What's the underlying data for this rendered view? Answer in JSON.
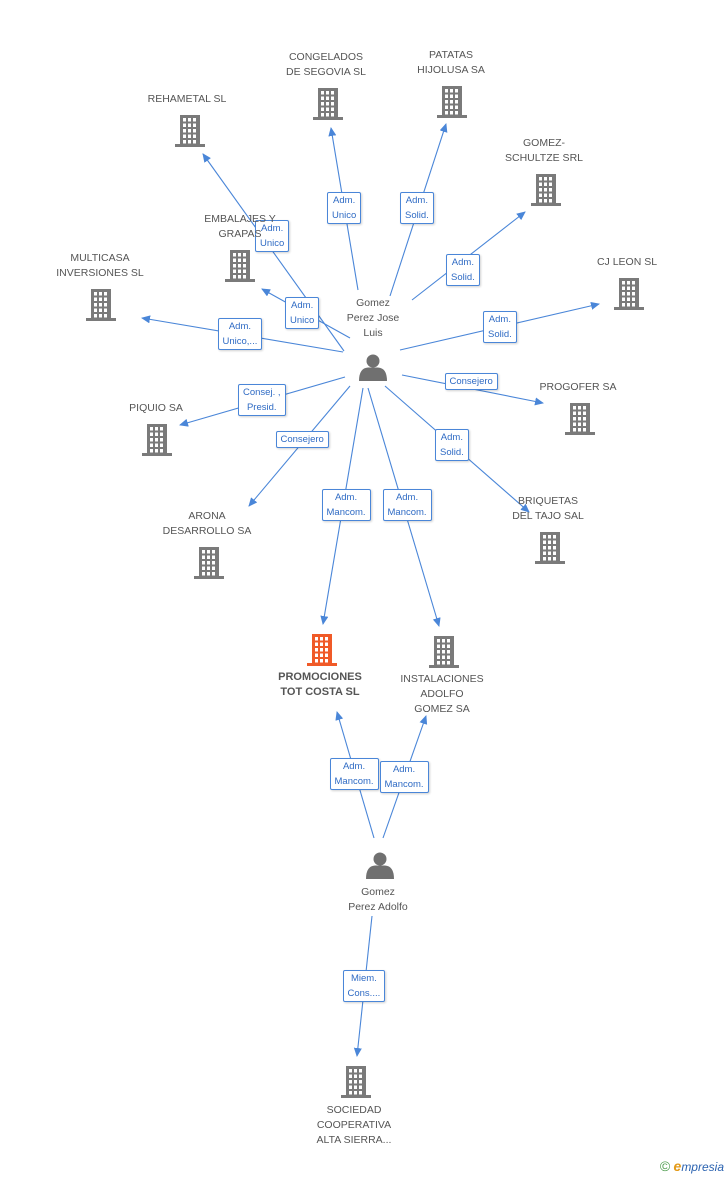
{
  "colors": {
    "edge": "#4a86d8",
    "building": "#7a7a7a",
    "main_building": "#f05a28",
    "person": "#707070"
  },
  "nodes": [
    {
      "id": "rehametal",
      "label": "REHAMETAL SL",
      "type": "company"
    },
    {
      "id": "congelados",
      "label": "CONGELADOS\nDE SEGOVIA SL",
      "type": "company"
    },
    {
      "id": "patatas",
      "label": "PATATAS\nHIJOLUSA SA",
      "type": "company"
    },
    {
      "id": "gomezschultze",
      "label": "GOMEZ-\nSCHULTZE SRL",
      "type": "company"
    },
    {
      "id": "embala",
      "label": "EMBALAJES Y\nGRAPAS",
      "type": "company"
    },
    {
      "id": "multicasa",
      "label": "MULTICASA\nINVERSIONES SL",
      "type": "company"
    },
    {
      "id": "cjleon",
      "label": "CJ LEON  SL",
      "type": "company"
    },
    {
      "id": "piquio",
      "label": "PIQUIO SA",
      "type": "company"
    },
    {
      "id": "progofer",
      "label": "PROGOFER SA",
      "type": "company"
    },
    {
      "id": "arona",
      "label": "ARONA\nDESARROLLO SA",
      "type": "company"
    },
    {
      "id": "briquetas",
      "label": "BRIQUETAS\nDEL TAJO SAL",
      "type": "company"
    },
    {
      "id": "promociones",
      "label": "PROMOCIONES\nTOT COSTA SL",
      "type": "main"
    },
    {
      "id": "instalaciones",
      "label": "INSTALACIONES\nADOLFO\nGOMEZ SA",
      "type": "company"
    },
    {
      "id": "sociedad",
      "label": "SOCIEDAD\nCOOPERATIVA\nALTA SIERRA...",
      "type": "company"
    },
    {
      "id": "gomezjose",
      "label": "Gomez\nPerez Jose\nLuis",
      "type": "person"
    },
    {
      "id": "gomezadolfo",
      "label": "Gomez\nPerez Adolfo",
      "type": "person"
    }
  ],
  "edges": [
    {
      "from": "gomezjose",
      "to": "rehametal",
      "label": "Adm.\nUnico"
    },
    {
      "from": "gomezjose",
      "to": "congelados",
      "label": "Adm.\nUnico"
    },
    {
      "from": "gomezjose",
      "to": "patatas",
      "label": "Adm.\nSolid."
    },
    {
      "from": "gomezjose",
      "to": "gomezschultze",
      "label": "Adm.\nSolid."
    },
    {
      "from": "gomezjose",
      "to": "embala",
      "label": "Adm.\nUnico"
    },
    {
      "from": "gomezjose",
      "to": "multicasa",
      "label": "Adm.\nUnico,..."
    },
    {
      "from": "gomezjose",
      "to": "cjleon",
      "label": "Adm.\nSolid."
    },
    {
      "from": "gomezjose",
      "to": "piquio",
      "label": "Consej. ,\nPresid."
    },
    {
      "from": "gomezjose",
      "to": "progofer",
      "label": "Consejero"
    },
    {
      "from": "gomezjose",
      "to": "arona",
      "label": "Consejero"
    },
    {
      "from": "gomezjose",
      "to": "briquetas",
      "label": "Adm.\nSolid."
    },
    {
      "from": "gomezjose",
      "to": "promociones",
      "label": "Adm.\nMancom."
    },
    {
      "from": "gomezjose",
      "to": "instalaciones",
      "label": "Adm.\nMancom."
    },
    {
      "from": "gomezadolfo",
      "to": "promociones",
      "label": "Adm.\nMancom."
    },
    {
      "from": "gomezadolfo",
      "to": "instalaciones",
      "label": "Adm.\nMancom."
    },
    {
      "from": "gomezadolfo",
      "to": "sociedad",
      "label": "Miem.\nCons...."
    }
  ],
  "branding": {
    "copyright": "©",
    "name_initial": "e",
    "name_rest": "mpresia"
  }
}
